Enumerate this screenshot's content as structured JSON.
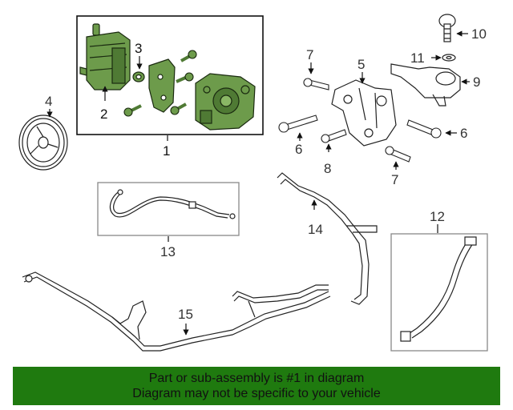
{
  "callouts": {
    "c1": "1",
    "c2": "2",
    "c3": "3",
    "c4": "4",
    "c5": "5",
    "c6a": "6",
    "c6b": "6",
    "c7a": "7",
    "c7b": "7",
    "c8": "8",
    "c9": "9",
    "c10": "10",
    "c11": "11",
    "c12": "12",
    "c13": "13",
    "c14": "14",
    "c15": "15"
  },
  "banner": {
    "line1": "Part or sub-assembly is #1 in diagram",
    "line2": "Diagram may not be specific to your vehicle"
  },
  "colors": {
    "highlight": "#5a8a3a",
    "banner": "#1f7a0f",
    "box_border": "#888888",
    "line": "#222222"
  },
  "icons": [
    "reservoir-icon",
    "seal-icon",
    "bracket-icon",
    "bolt-icon",
    "pump-icon",
    "pulley-icon",
    "mount-bracket-icon",
    "cap-icon",
    "washer-icon",
    "reservoir-tank-icon",
    "hose-icon",
    "pipe-icon"
  ]
}
